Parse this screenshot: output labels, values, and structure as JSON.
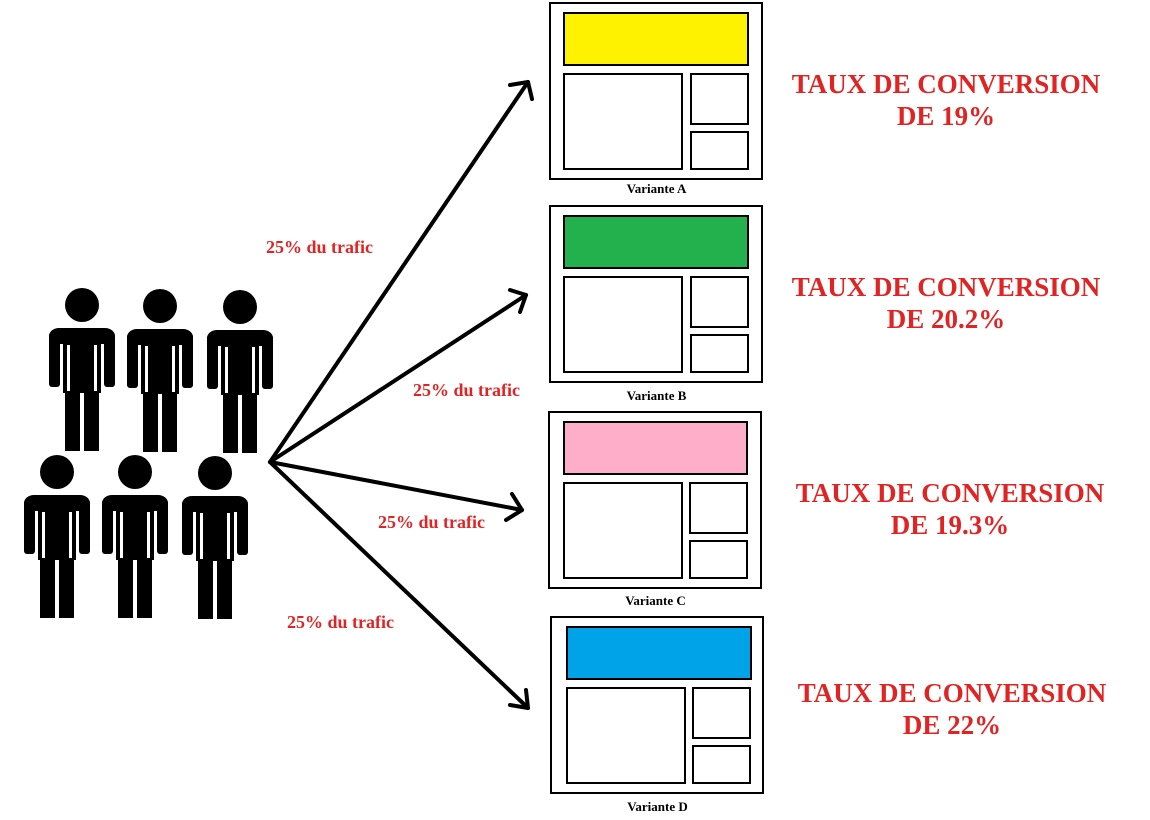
{
  "colors": {
    "accent_red": "#e02424",
    "variant_a": "#fff200",
    "variant_b": "#22b14c",
    "variant_c": "#ffaec9",
    "variant_d": "#00a2e8"
  },
  "traffic": [
    {
      "label": "25% du trafic"
    },
    {
      "label": "25% du trafic"
    },
    {
      "label": "25% du trafic"
    },
    {
      "label": "25% du trafic"
    }
  ],
  "variants": [
    {
      "name": "Variante A",
      "rate_line1": "TAUX DE CONVERSION",
      "rate_line2": "DE 19%",
      "color": "#fff200"
    },
    {
      "name": "Variante B",
      "rate_line1": "TAUX DE CONVERSION",
      "rate_line2": "DE 20.2%",
      "color": "#22b14c"
    },
    {
      "name": "Variante C",
      "rate_line1": "TAUX DE CONVERSION",
      "rate_line2": "DE 19.3%",
      "color": "#ffaec9"
    },
    {
      "name": "Variante D",
      "rate_line1": "TAUX DE CONVERSION",
      "rate_line2": "DE 22%",
      "color": "#00a2e8"
    }
  ],
  "people_icon": "person-icon",
  "people_count": 6
}
